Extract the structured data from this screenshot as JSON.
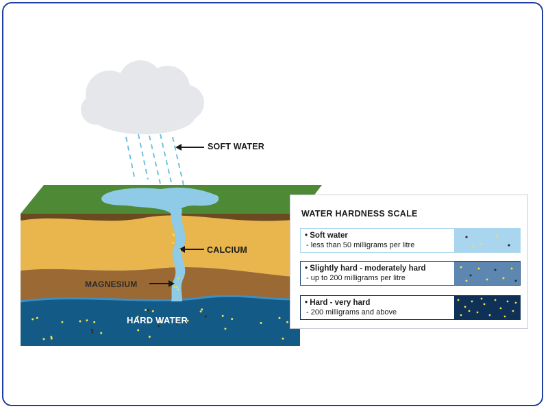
{
  "labels": {
    "soft_water": "SOFT WATER",
    "calcium": "CALCIUM",
    "magnesium": "MAGNESIUM",
    "hard_water": "HARD WATER"
  },
  "scale": {
    "title": "WATER HARDNESS SCALE",
    "rows": [
      {
        "name": "Soft water",
        "desc": "- less than 50 milligrams per litre",
        "swatch_color": "#a9d6ee"
      },
      {
        "name": "Slightly hard - moderately hard",
        "desc": "- up to 200 milligrams per litre",
        "swatch_color": "#5d86b0"
      },
      {
        "name": "Hard - very hard",
        "desc": "- 200 milligrams and above",
        "swatch_color": "#0f3057"
      }
    ]
  },
  "colors": {
    "frame_border": "#1f3f9e",
    "grass": "#4e8a35",
    "soil_dark": "#6b4a22",
    "sand": "#e8b64c",
    "clay": "#9b6a34",
    "groundwater": "#135a86",
    "stream": "#8fcbe6"
  }
}
